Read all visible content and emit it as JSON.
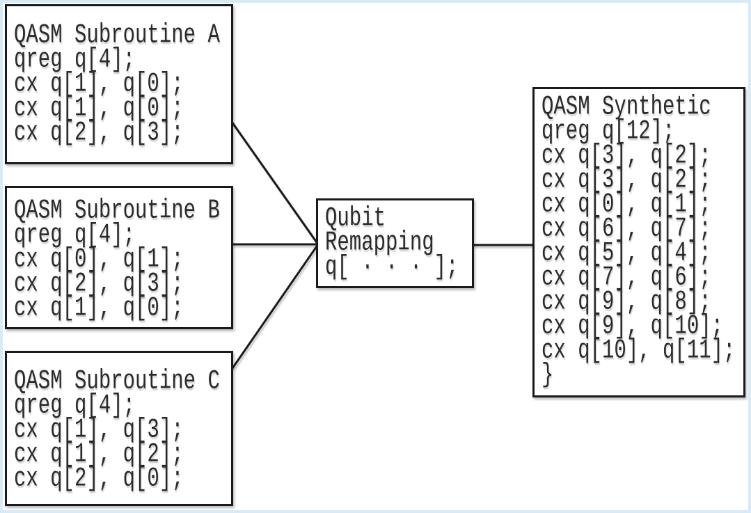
{
  "colors": {
    "canvas_background": "#ffffff",
    "edge_frame": "#d9eaf6",
    "box_border": "#1a1a1a",
    "text": "#2a2a2a"
  },
  "boxes": [
    {
      "id": "qasm-subroutine-a",
      "lines": [
        "QASM Subroutine A",
        "qreg q[4];",
        "cx q[1], q[0];",
        "cx q[1], q[0];",
        "cx q[2], q[3];"
      ]
    },
    {
      "id": "qasm-subroutine-b",
      "lines": [
        "QASM Subroutine B",
        "qreg q[4];",
        "cx q[0], q[1];",
        "cx q[2], q[3];",
        "cx q[1], q[0];"
      ]
    },
    {
      "id": "qasm-subroutine-c",
      "lines": [
        "QASM Subroutine C",
        "qreg q[4];",
        "cx q[1], q[3];",
        "cx q[1], q[2];",
        "cx q[2], q[0];"
      ]
    },
    {
      "id": "qubit-remapping",
      "lines": [
        "Qubit",
        "Remapping",
        "q[ · · · ];"
      ]
    },
    {
      "id": "qasm-synthetic",
      "lines": [
        "QASM Synthetic",
        "qreg q[12];",
        "cx q[3], q[2];",
        "cx q[3], q[2];",
        "cx q[0], q[1];",
        "cx q[6], q[7];",
        "cx q[5], q[4];",
        "cx q[7], q[6];",
        "cx q[9], q[8];",
        "cx q[9], q[10];",
        "cx q[10], q[11];",
        "}"
      ]
    }
  ],
  "edges": [
    {
      "from": "qasm-subroutine-a",
      "to": "qubit-remapping"
    },
    {
      "from": "qasm-subroutine-b",
      "to": "qubit-remapping"
    },
    {
      "from": "qasm-subroutine-c",
      "to": "qubit-remapping"
    },
    {
      "from": "qubit-remapping",
      "to": "qasm-synthetic"
    }
  ]
}
